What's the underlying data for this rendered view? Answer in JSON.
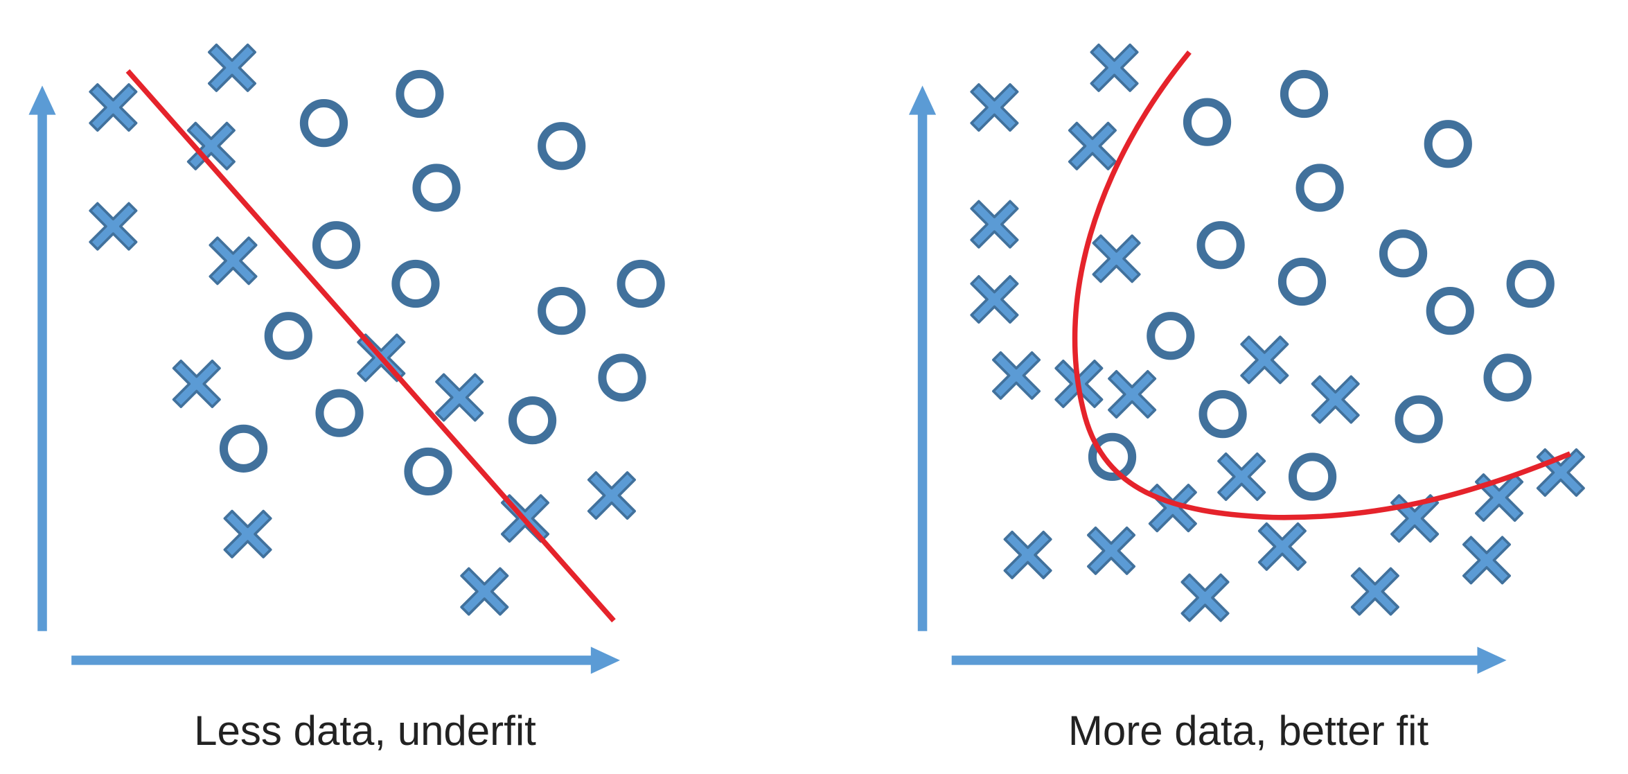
{
  "panels": [
    {
      "caption": "Less data, underfit"
    },
    {
      "caption": "More data, better fit"
    }
  ],
  "colors": {
    "axis": "#5b9bd5",
    "cross_fill": "#5b9bd5",
    "cross_stroke": "#41719c",
    "circle": "#41719c",
    "fit_line": "#e5232b"
  },
  "icons": {
    "class_a": "cross-marker",
    "class_b": "circle-marker"
  }
}
